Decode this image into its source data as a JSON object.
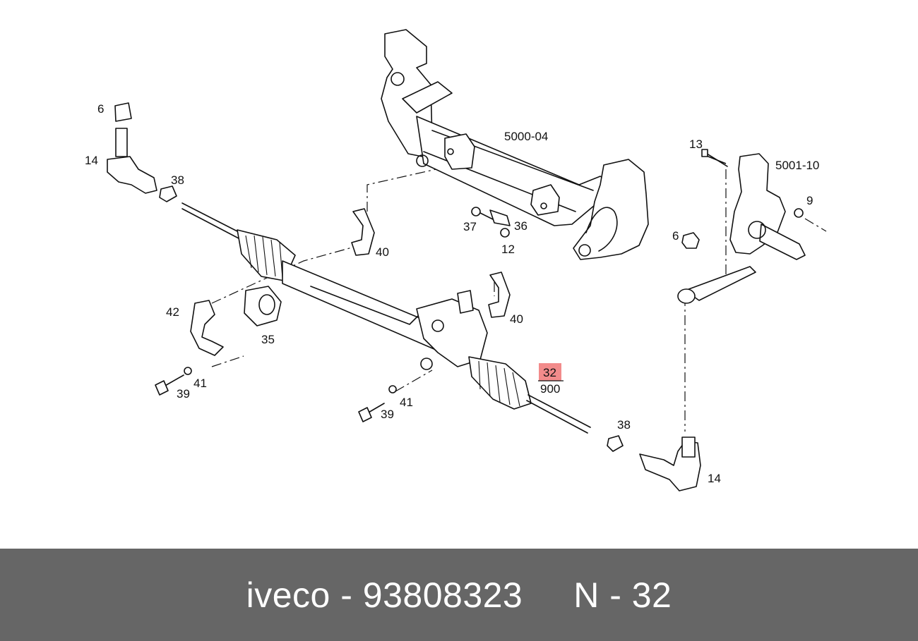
{
  "callouts": {
    "c6a": "6",
    "c14a": "14",
    "c38a": "38",
    "c40a": "40",
    "c42": "42",
    "c35": "35",
    "c39a": "39",
    "c41a": "41",
    "c40b": "40",
    "c39b": "39",
    "c41b": "41",
    "c32": "32",
    "c900": "900",
    "c38b": "38",
    "c14b": "14",
    "c5000": "5000-04",
    "c37": "37",
    "c36": "36",
    "c12": "12",
    "c6b": "6",
    "c13": "13",
    "c5001": "5001-10",
    "c9": "9"
  },
  "highlight_color": "#f28b8b",
  "footer": {
    "label": "iveco - 93808323     N - 32",
    "bg_color": "#666666"
  }
}
